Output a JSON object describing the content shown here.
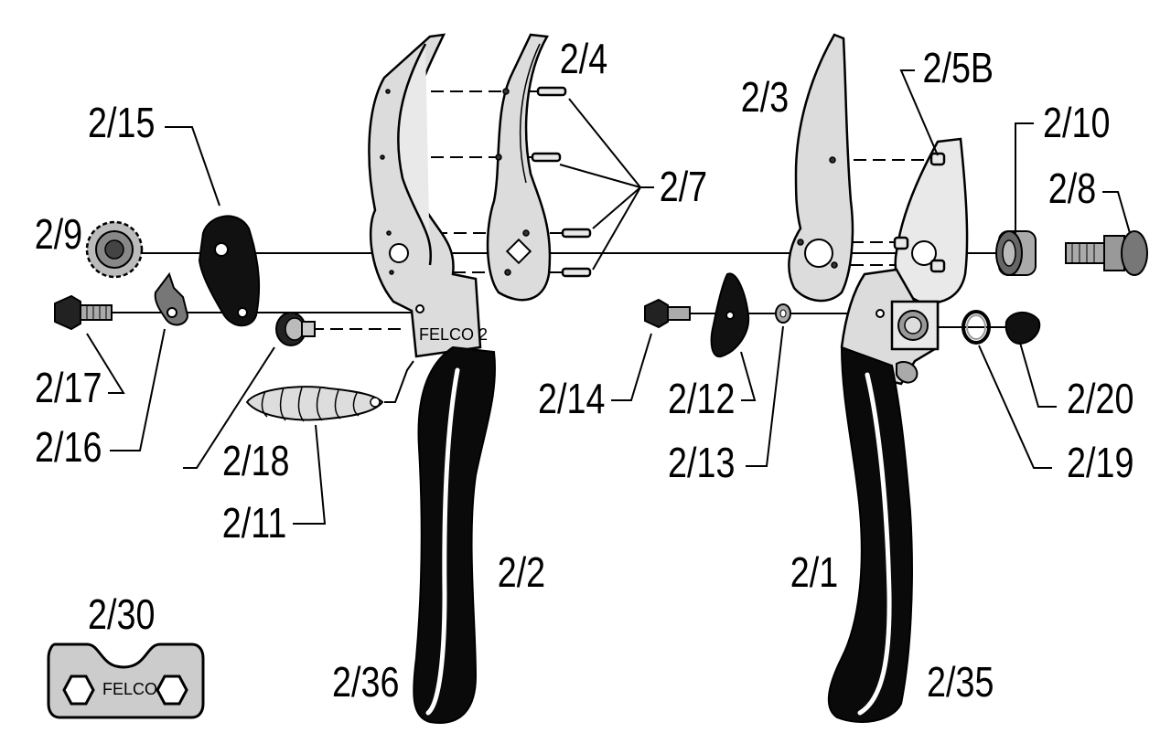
{
  "parts": [
    {
      "id": "p1",
      "label": "2/1"
    },
    {
      "id": "p2",
      "label": "2/2"
    },
    {
      "id": "p3",
      "label": "2/3"
    },
    {
      "id": "p4",
      "label": "2/4"
    },
    {
      "id": "p5b",
      "label": "2/5B"
    },
    {
      "id": "p7",
      "label": "2/7"
    },
    {
      "id": "p8",
      "label": "2/8"
    },
    {
      "id": "p9",
      "label": "2/9"
    },
    {
      "id": "p10",
      "label": "2/10"
    },
    {
      "id": "p11",
      "label": "2/11"
    },
    {
      "id": "p12",
      "label": "2/12"
    },
    {
      "id": "p13",
      "label": "2/13"
    },
    {
      "id": "p14",
      "label": "2/14"
    },
    {
      "id": "p15",
      "label": "2/15"
    },
    {
      "id": "p16",
      "label": "2/16"
    },
    {
      "id": "p17",
      "label": "2/17"
    },
    {
      "id": "p18",
      "label": "2/18"
    },
    {
      "id": "p19",
      "label": "2/19"
    },
    {
      "id": "p20",
      "label": "2/20"
    },
    {
      "id": "p30",
      "label": "2/30"
    },
    {
      "id": "p35",
      "label": "2/35"
    },
    {
      "id": "p36",
      "label": "2/36"
    }
  ],
  "handle_marking": "FELCO 2",
  "wrench_marking": "FELCO",
  "colors": {
    "metal": "#dcdcdc",
    "grip": "#0a0a0a",
    "ink": "#000000"
  }
}
